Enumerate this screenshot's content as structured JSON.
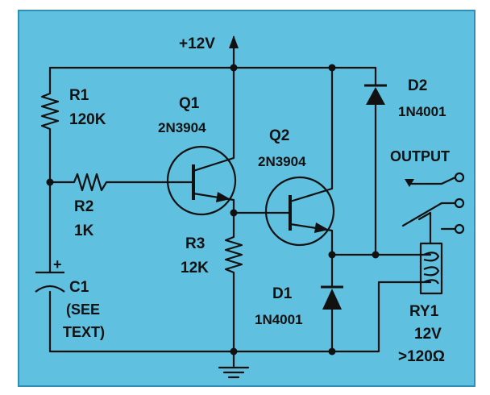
{
  "supply": "+12V",
  "components": {
    "r1": {
      "ref": "R1",
      "value": "120K"
    },
    "r2": {
      "ref": "R2",
      "value": "1K"
    },
    "r3": {
      "ref": "R3",
      "value": "12K"
    },
    "c1": {
      "ref": "C1",
      "note_line1": "(SEE",
      "note_line2": "TEXT)",
      "polarity": "+"
    },
    "q1": {
      "ref": "Q1",
      "part": "2N3904"
    },
    "q2": {
      "ref": "Q2",
      "part": "2N3904"
    },
    "d1": {
      "ref": "D1",
      "part": "1N4001"
    },
    "d2": {
      "ref": "D2",
      "part": "1N4001"
    },
    "ry1": {
      "ref": "RY1",
      "voltage": "12V",
      "resistance": ">120Ω"
    }
  },
  "output_label": "OUTPUT",
  "colors": {
    "background": "#5fc0e0",
    "ink": "#111111"
  }
}
